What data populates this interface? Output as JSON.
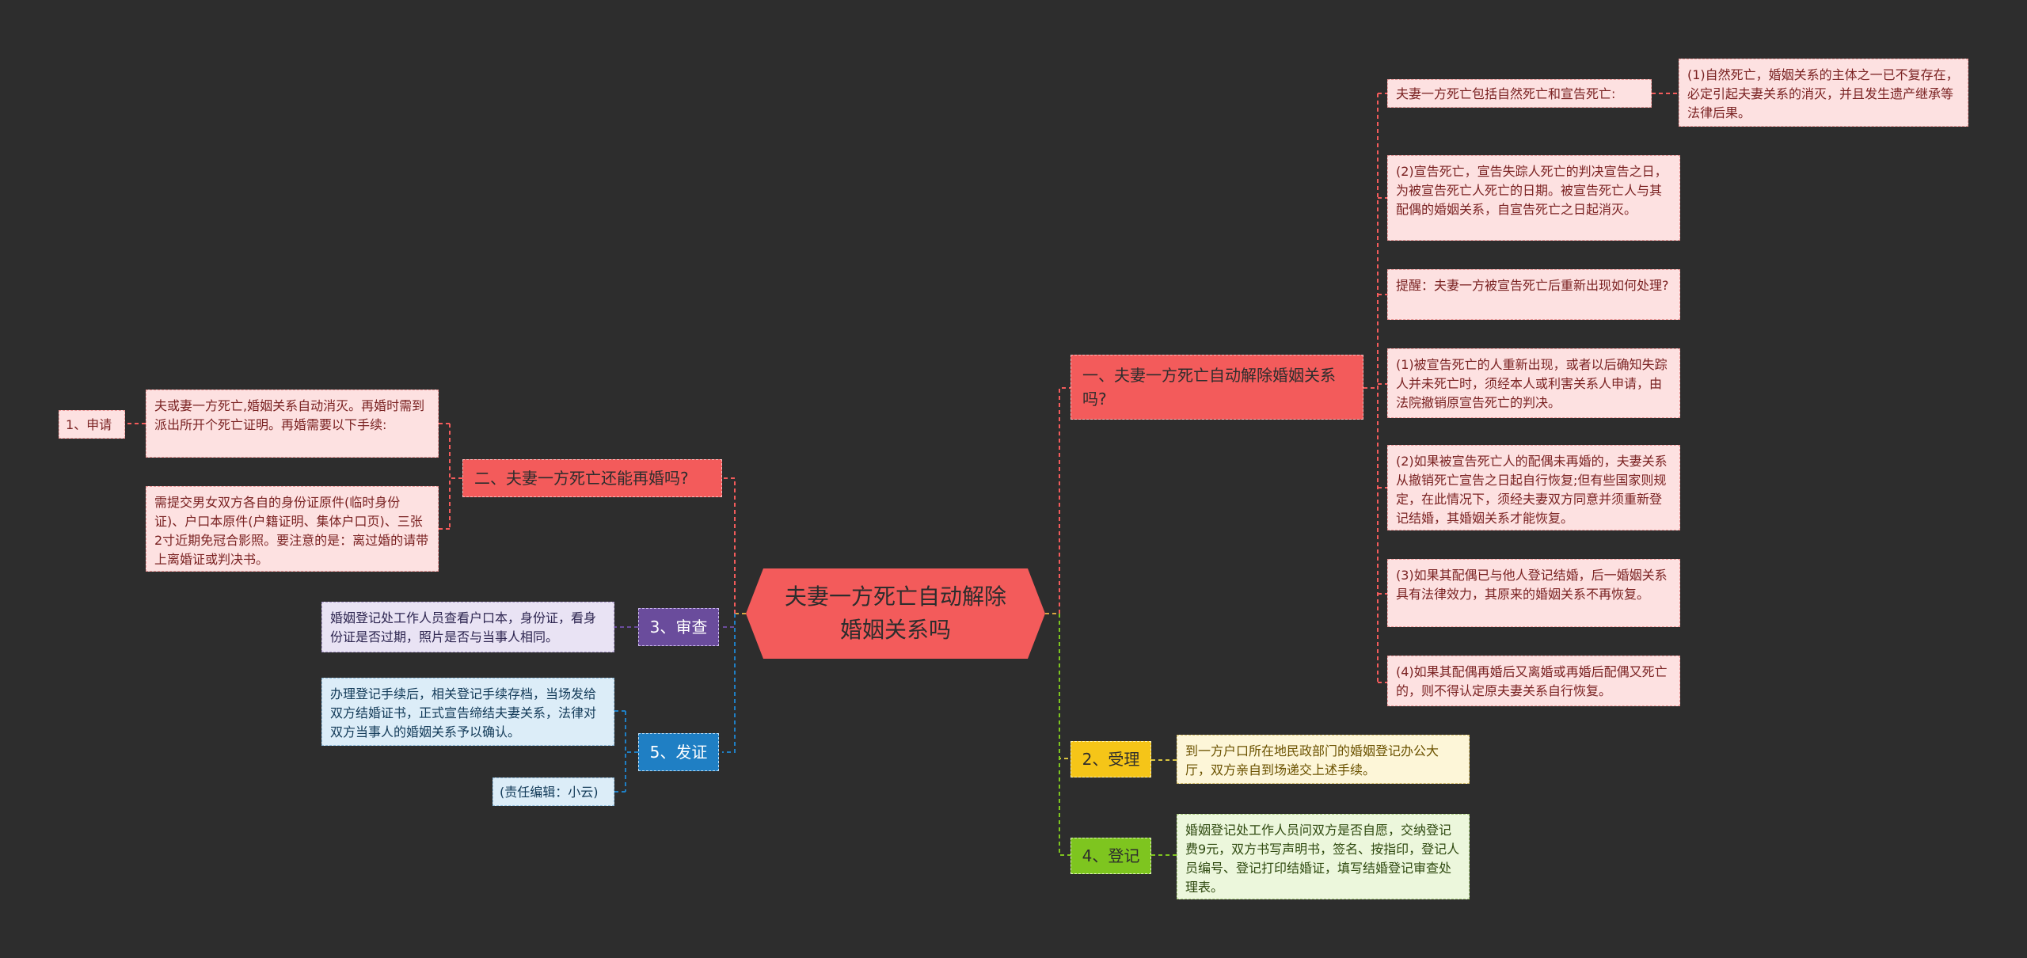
{
  "root": {
    "text": "夫妻一方死亡自动解除婚姻关系吗"
  },
  "branch1": {
    "title": "一、夫妻一方死亡自动解除婚姻关系吗?",
    "sub_title": "夫妻一方死亡包括自然死亡和宣告死亡:",
    "natural_death": "(1)自然死亡，婚姻关系的主体之一已不复存在，必定引起夫妻关系的消灭，并且发生遗产继承等法律后果。",
    "declared_death": "(2)宣告死亡，宣告失踪人死亡的判决宣告之日，为被宣告死亡人死亡的日期。被宣告死亡人与其配偶的婚姻关系，自宣告死亡之日起消灭。",
    "reminder": "提醒：夫妻一方被宣告死亡后重新出现如何处理?",
    "item1": "(1)被宣告死亡的人重新出现，或者以后确知失踪人并未死亡时，须经本人或利害关系人申请，由法院撤销原宣告死亡的判决。",
    "item2": "(2)如果被宣告死亡人的配偶未再婚的，夫妻关系从撤销死亡宣告之日起自行恢复;但有些国家则规定，在此情况下，须经夫妻双方同意并须重新登记结婚，其婚姻关系才能恢复。",
    "item3": "(3)如果其配偶已与他人登记结婚，后一婚姻关系具有法律效力，其原来的婚姻关系不再恢复。",
    "item4": "(4)如果其配偶再婚后又离婚或再婚后配偶又死亡的，则不得认定原夫妻关系自行恢复。"
  },
  "branch2": {
    "title": "二、夫妻一方死亡还能再婚吗?",
    "apply_label": "1、申请",
    "apply_text1": "夫或妻一方死亡,婚姻关系自动消灭。再婚时需到派出所开个死亡证明。再婚需要以下手续:",
    "apply_text2": "需提交男女双方各自的身份证原件(临时身份证)、户口本原件(户籍证明、集体户口页)、三张2寸近期免冠合影照。要注意的是：离过婚的请带上离婚证或判决书。"
  },
  "review": {
    "title": "3、审查",
    "text": "婚姻登记处工作人员查看户口本，身份证，看身份证是否过期，照片是否与当事人相同。"
  },
  "issue": {
    "title": "5、发证",
    "text": "办理登记手续后，相关登记手续存档，当场发给双方结婚证书，正式宣告缔结夫妻关系，法律对双方当事人的婚姻关系予以确认。",
    "editor": "(责任编辑：小云)"
  },
  "accept": {
    "title": "2、受理",
    "text": "到一方户口所在地民政部门的婚姻登记办公大厅，双方亲自到场递交上述手续。"
  },
  "register": {
    "title": "4、登记",
    "text": "婚姻登记处工作人员问双方是否自愿，交纳登记费9元，双方书写声明书，签名、按指印，登记人员编号、登记打印结婚证，填写结婚登记审查处理表。"
  },
  "colors": {
    "background": "#2d2d2d",
    "red": "#f35b5b",
    "yellow": "#f5c518",
    "green": "#7ec51f",
    "purple": "#6a4c9c",
    "blue": "#1f7fc4"
  }
}
